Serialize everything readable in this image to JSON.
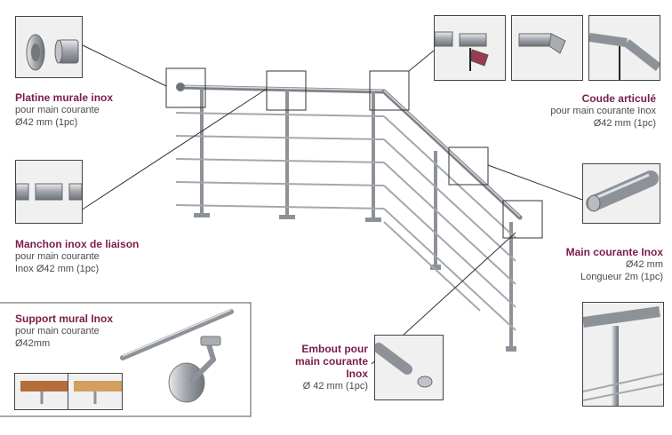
{
  "callouts": {
    "platine": {
      "title": "Platine murale inox",
      "line1": "pour main courante",
      "line2": "Ø42 mm (1pc)"
    },
    "manchon": {
      "title": "Manchon inox de liaison",
      "line1": "pour main courante",
      "line2": "Inox Ø42 mm (1pc)"
    },
    "support": {
      "title": "Support mural Inox",
      "line1": "pour main courante",
      "line2": "Ø42mm"
    },
    "coude": {
      "title": "Coude articulé",
      "line1": "pour main  courante Inox",
      "line2": "Ø42 mm (1pc)"
    },
    "main_courante": {
      "title": "Main courante Inox",
      "line1": "Ø42 mm",
      "line2": "Longueur 2m (1pc)"
    },
    "embout": {
      "title_line1": "Embout pour",
      "title_line2": "main courante",
      "title_line3": "Inox",
      "line1": "Ø 42 mm (1pc)"
    }
  },
  "colors": {
    "title": "#7a1d4a",
    "text": "#4a4a4a",
    "steel": "#a9adb3",
    "wood": "#c98a4a"
  }
}
